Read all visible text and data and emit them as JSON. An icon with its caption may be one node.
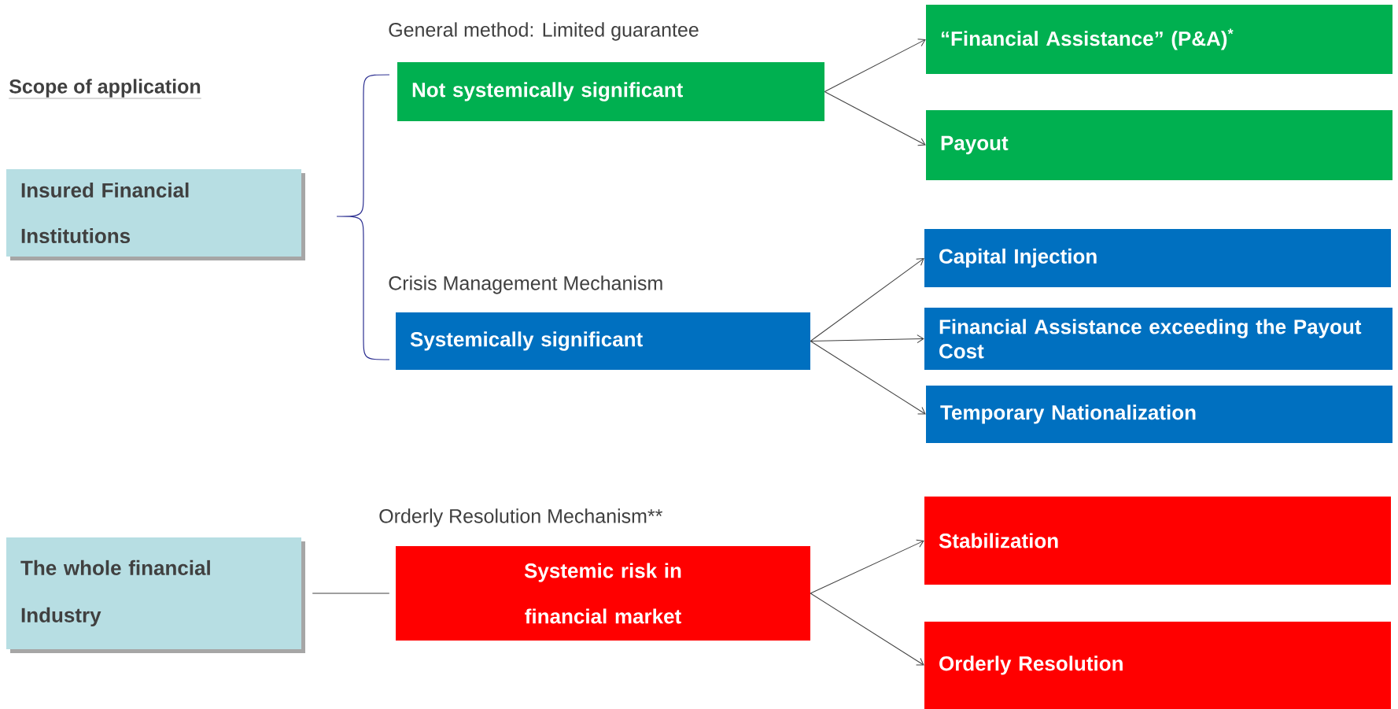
{
  "diagram": {
    "nodes": [
      {
        "text": [
          "Insured Financial Institutions"
        ]
      },
      {
        "text": [
          "The whole financial Industry"
        ]
      },
      {
        "text": [
          "Not systemically significant"
        ],
        "beside": [
          "General method: Limited guarantee"
        ]
      },
      {
        "text": [
          "Systemically significant"
        ],
        "beside": [
          "Crisis Management Mechanism"
        ]
      },
      {
        "text": [
          "Systemic risk in financial market"
        ],
        "beside": [
          "Orderly Resolution Mechanism**"
        ]
      },
      {
        "text": [
          "“Financial Assistance” (P&A)$^{*}$"
        ]
      },
      {
        "text": [
          "Payout"
        ]
      },
      {
        "text": [
          "Capital Injection"
        ]
      },
      {
        "text": [
          "Financial Assistance exceeding the Payout Cost"
        ]
      },
      {
        "text": [
          "Temporary Nationalization"
        ]
      },
      {
        "text": [
          "Stabilization"
        ]
      },
      {
        "text": [
          "Orderly Resolution"
        ]
      }
    ],
    "edges": [
      {
        "from": 2,
        "to": 5,
        "arrow": "to"
      },
      {
        "from": 2,
        "to": 6,
        "arrow": "to"
      },
      {
        "from": 3,
        "to": 7,
        "arrow": "to"
      },
      {
        "from": 3,
        "to": 8,
        "arrow": "to"
      },
      {
        "from": 3,
        "to": 9,
        "arrow": "to"
      },
      {
        "from": 1,
        "to": 4,
        "arrow": "none"
      },
      {
        "from": 4,
        "to": 10,
        "arrow": "to"
      },
      {
        "from": 4,
        "to": 11,
        "arrow": "to"
      }
    ],
    "labels": [
      "Scope of application"
    ]
  }
}
